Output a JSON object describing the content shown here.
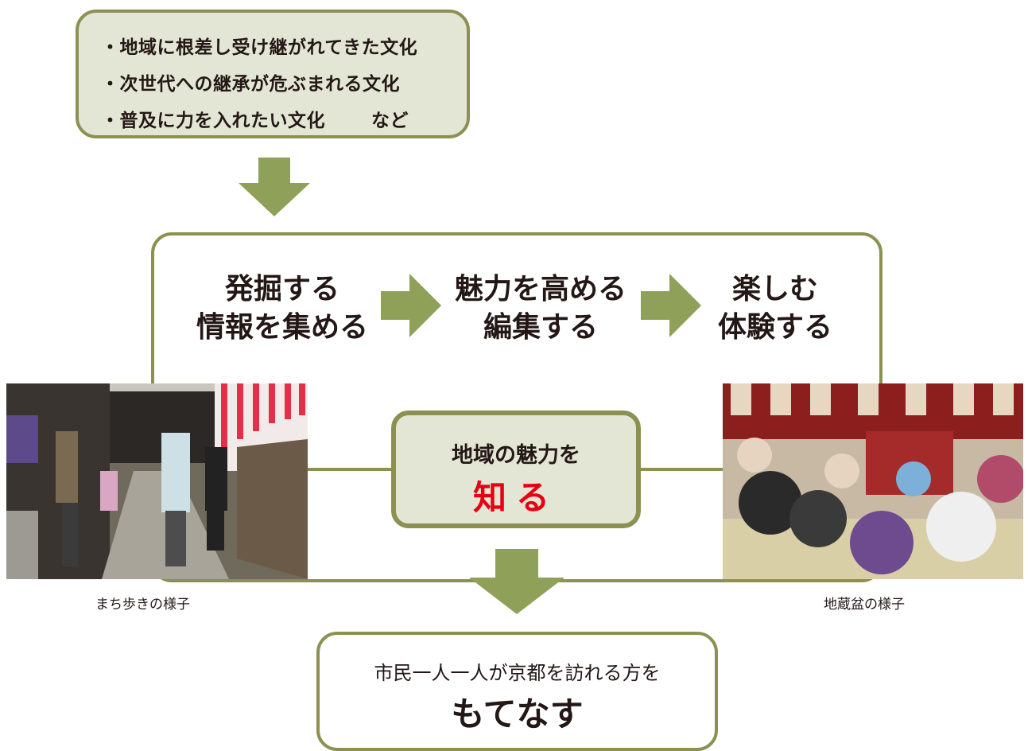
{
  "top_box": {
    "items": [
      "・地域に根差し受け継がれてきた文化",
      "・次世代への継承が危ぶまれる文化",
      "・普及に力を入れたい文化"
    ],
    "trailing": "など"
  },
  "steps": [
    {
      "line1": "発掘する",
      "line2": "情報を集める"
    },
    {
      "line1": "魅力を高める",
      "line2": "編集する"
    },
    {
      "line1": "楽しむ",
      "line2": "体験する"
    }
  ],
  "center": {
    "line1": "地域の魅力を",
    "line2": "知る"
  },
  "photos": {
    "left_caption": "まち歩きの様子",
    "right_caption": "地蔵盆の様子"
  },
  "bottom": {
    "line1": "市民一人一人が京都を訪れる方を",
    "line2": "もてなす"
  },
  "colors": {
    "frame": "#8c9151",
    "fill": "#e4e6d5",
    "arrow": "#8fa058",
    "accent": "#e60012"
  }
}
